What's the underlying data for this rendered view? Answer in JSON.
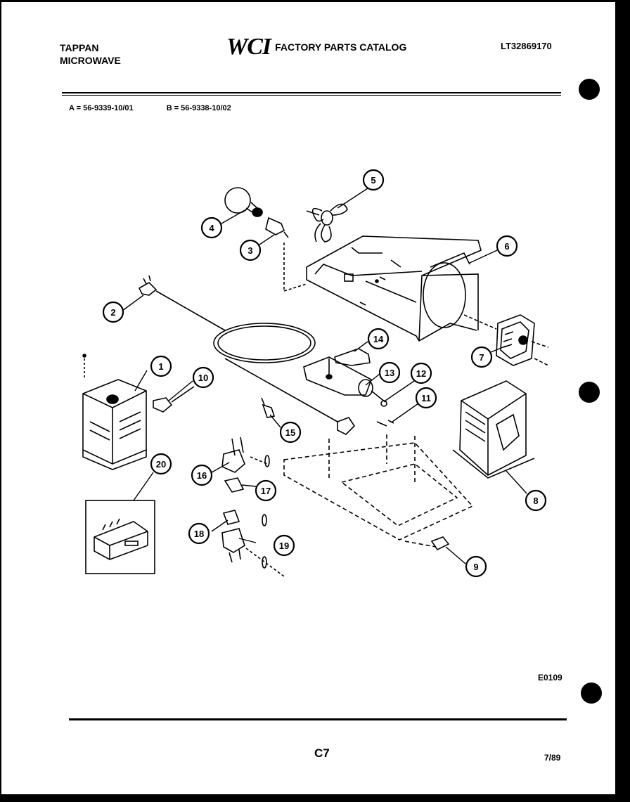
{
  "header": {
    "brand_line1": "TAPPAN",
    "brand_line2": "MICROWAVE",
    "logo": "WCI",
    "catalog_title": "FACTORY PARTS CATALOG",
    "catalog_number": "LT32869170"
  },
  "models": {
    "a": "A = 56-9339-10/01",
    "b": "B = 56-9338-10/02"
  },
  "callouts": [
    "1",
    "2",
    "3",
    "4",
    "5",
    "6",
    "7",
    "8",
    "9",
    "10",
    "11",
    "12",
    "13",
    "14",
    "15",
    "16",
    "17",
    "18",
    "19",
    "20"
  ],
  "footer": {
    "diagram_id": "E0109",
    "page": "C7",
    "date": "7/89"
  }
}
